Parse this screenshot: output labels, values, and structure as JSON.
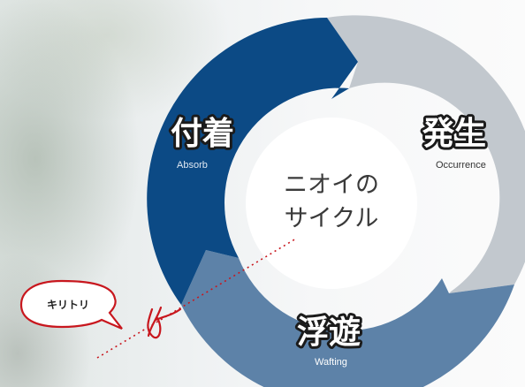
{
  "segments": {
    "absorb": {
      "jp": "付着",
      "en": "Absorb",
      "color": "#0c4a85"
    },
    "occurrence": {
      "jp": "発生",
      "en": "Occurrence",
      "color": "#c2c8ce"
    },
    "wafting": {
      "jp": "浮遊",
      "en": "Wafting",
      "color": "#5d82a8"
    }
  },
  "center": {
    "line1": "ニオイの",
    "line2": "サイクル"
  },
  "cut_label": "キリトリ",
  "accent_color": "#c8171e"
}
